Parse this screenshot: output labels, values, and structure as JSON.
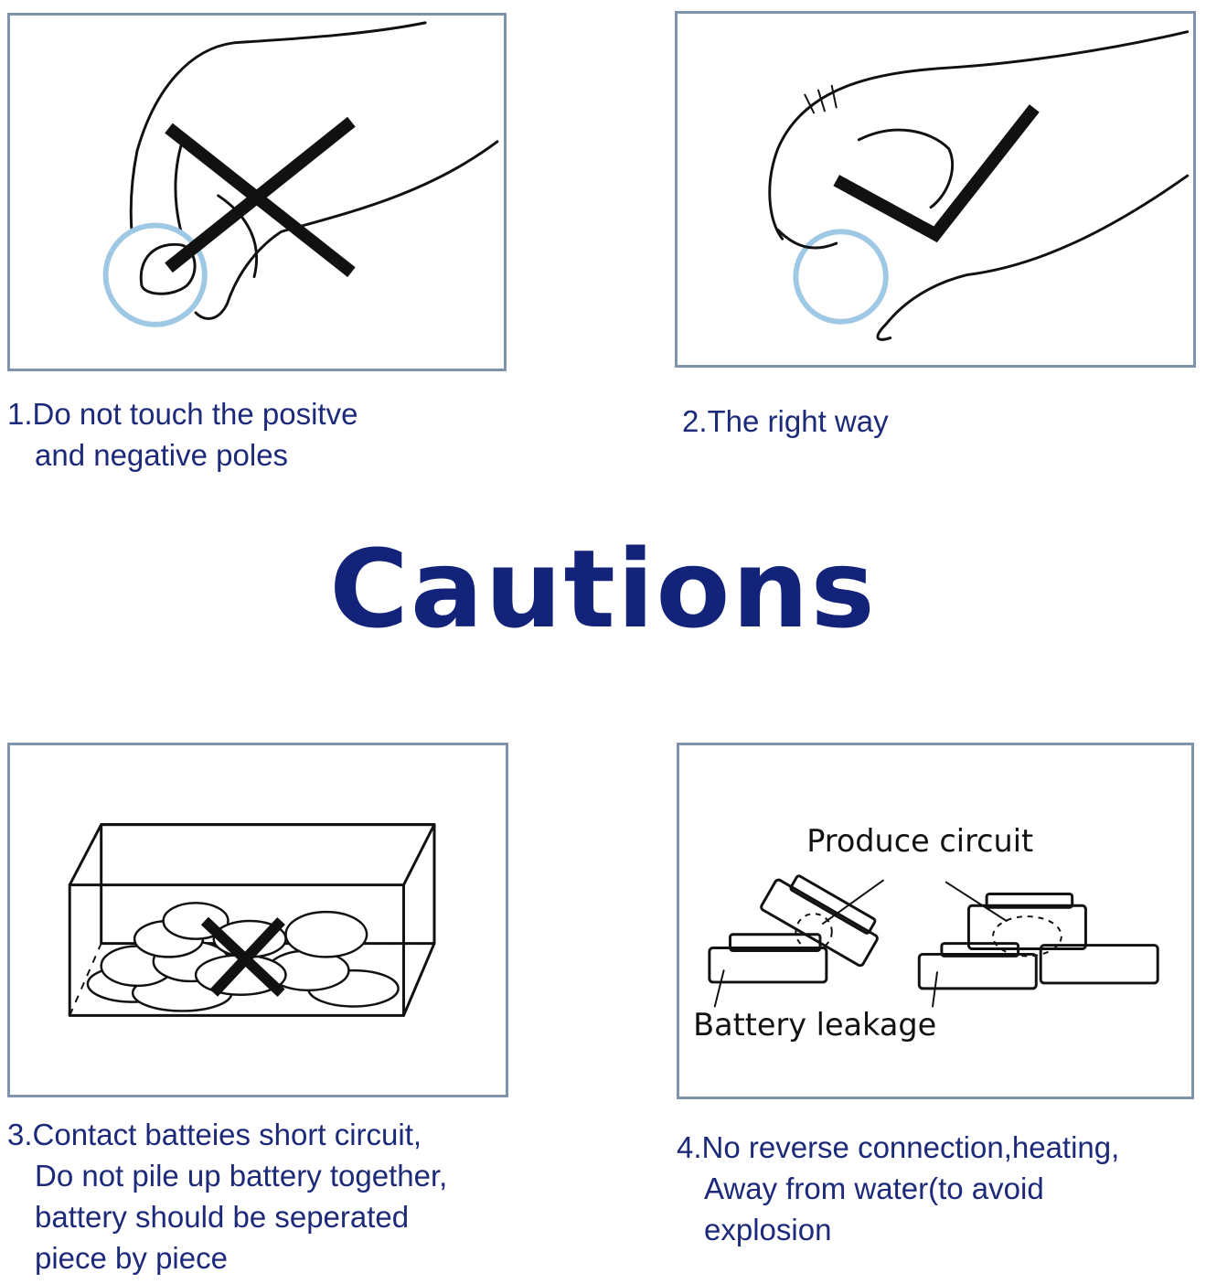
{
  "title": "Cautions",
  "panels": {
    "p1": {
      "caption": [
        "1.Do not touch the positve",
        "and negative poles"
      ]
    },
    "p2": {
      "caption": [
        "2.The right way"
      ]
    },
    "p3": {
      "caption": [
        "3.Contact batteies short circuit,",
        "Do not pile up battery together,",
        "battery should be seperated",
        "piece by piece"
      ]
    },
    "p4": {
      "caption": [
        "4.No reverse connection,heating,",
        "Away from water(to avoid",
        "explosion"
      ],
      "label_top": "Produce circuit",
      "label_bottom": "Battery leakage"
    }
  },
  "colors": {
    "title": "#13237a",
    "caption": "#1c2a79",
    "panel_border": "#7f93ad",
    "coin_edge": "#9fc8e4"
  },
  "icons": [
    "wrong-cross-icon",
    "check-mark-icon"
  ]
}
